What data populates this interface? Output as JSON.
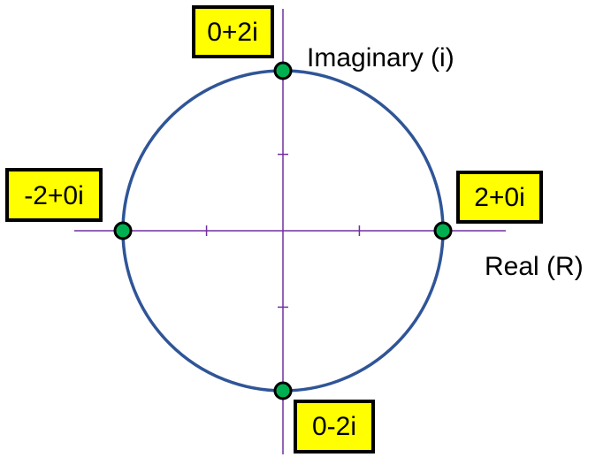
{
  "diagram": {
    "axes": {
      "real_label": "Real (R)",
      "imaginary_label": "Imaginary (i)",
      "axis_color": "#7030a0"
    },
    "circle": {
      "radius": 2,
      "stroke_color": "#2f5597"
    },
    "points": [
      {
        "re": 0,
        "im": 2,
        "label": "0+2i"
      },
      {
        "re": 2,
        "im": 0,
        "label": "2+0i"
      },
      {
        "re": -2,
        "im": 0,
        "label": "-2+0i"
      },
      {
        "re": 0,
        "im": -2,
        "label": "0-2i"
      }
    ],
    "colors": {
      "point_fill": "#00b050",
      "label_box_fill": "#ffff00",
      "label_box_border": "#000000"
    }
  }
}
